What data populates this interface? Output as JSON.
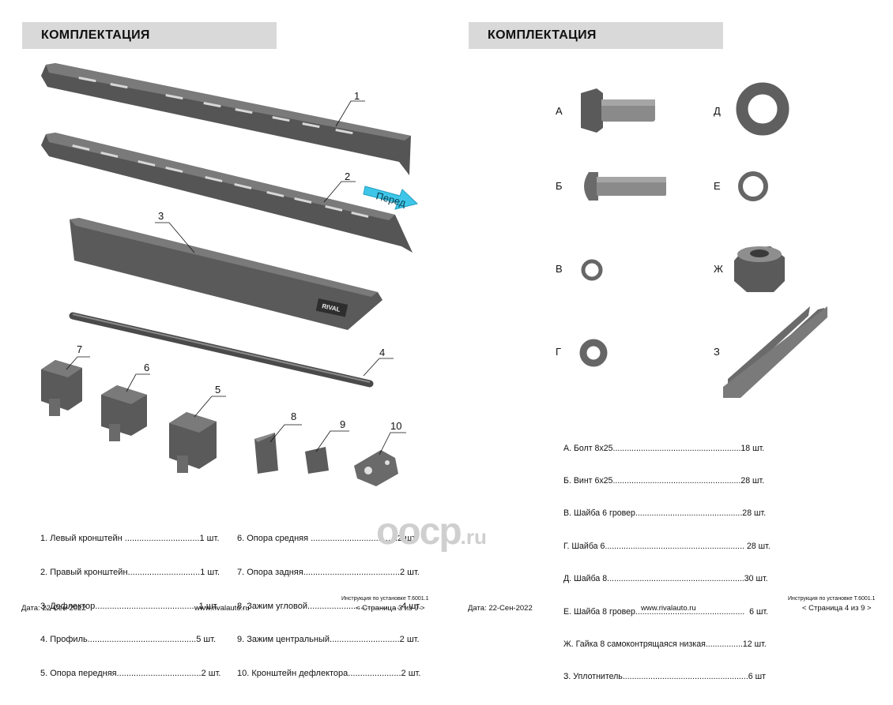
{
  "left_page": {
    "title": "КОМПЛЕКТАЦИЯ",
    "callouts": [
      "1",
      "2",
      "3",
      "4",
      "5",
      "6",
      "7",
      "8",
      "9",
      "10"
    ],
    "arrow_label": "Перед",
    "brand_mark": "RIVAL",
    "parts_col1": [
      "1. Левый кронштейн ...............................1 шт.",
      "2. Правый кронштейн..............................1 шт.",
      "3. Дефлектор...........................................1 шт.",
      "4. Профиль.............................................5 шт.",
      "5. Опора передняя...................................2 шт."
    ],
    "parts_col2": [
      "6. Опора средняя ....................................2 шт.",
      "7. Опора задняя........................................2 шт.",
      "8. Зажим угловой.......................................4 шт.",
      "9. Зажим центральный.............................2 шт.",
      "10. Кронштейн дефлектора......................2 шт."
    ],
    "footer": {
      "date": "Дата: 22-Сен-2022",
      "site": "www.rivalauto.ru",
      "doc": "Инструкция по установке T.6001.1",
      "page": "< Страница 3 из 9 >"
    }
  },
  "right_page": {
    "title": "КОМПЛЕКТАЦИЯ",
    "part_letters": [
      "А",
      "Б",
      "В",
      "Г",
      "Д",
      "Е",
      "Ж",
      "З"
    ],
    "parts": [
      "А. Болт 8x25.......................................................18 шт.",
      "Б. Винт 6x25.......................................................28 шт.",
      "В. Шайба 6 гровер..............................................28 шт.",
      "Г. Шайба 6............................................................ 28 шт.",
      "Д. Шайба 8...........................................................30 шт.",
      "Е. Шайба 8 гровер...............................................  6 шт.",
      "Ж. Гайка 8 самоконтрящаяся низкая................12 шт.",
      "З. Уплотнитель......................................................6 шт"
    ],
    "footer": {
      "date": "Дата: 22-Сен-2022",
      "site": "www.rivalauto.ru",
      "doc": "Инструкция по установке T.6001.1",
      "page": "< Страница 4 из 9 >"
    }
  },
  "watermark": {
    "main": "oocp",
    "suffix": ".ru"
  },
  "colors": {
    "banner": "#d9d9d9",
    "metal": "#5a5a5a",
    "metal_light": "#8a8a8a",
    "arrow": "#3ec6e8"
  }
}
